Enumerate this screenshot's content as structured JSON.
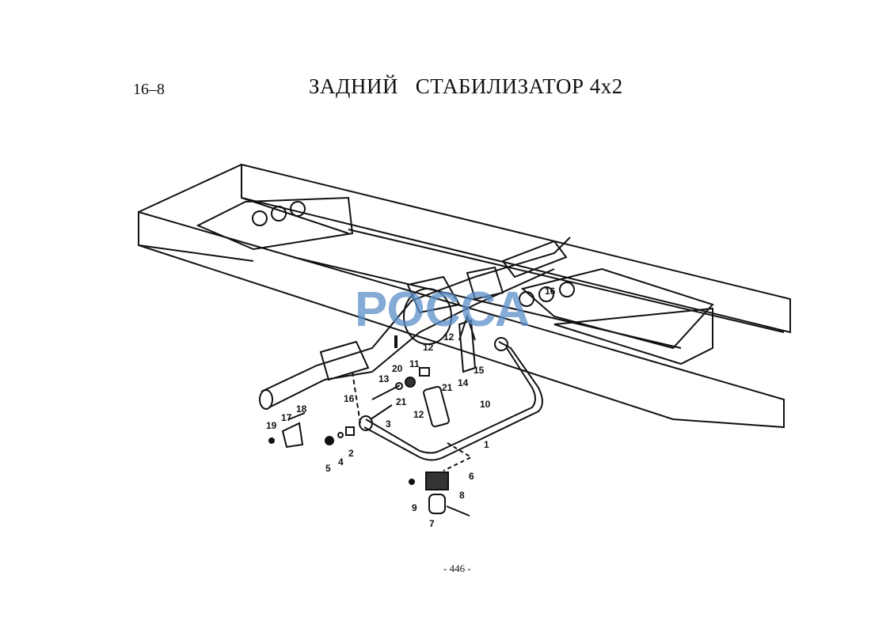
{
  "header": {
    "section_number": "16–8",
    "title": "ЗАДНИЙ   СТАБИЛИЗАТОР 4x2"
  },
  "watermark": "РОССА",
  "callouts": [
    "1",
    "2",
    "3",
    "4",
    "5",
    "6",
    "7",
    "8",
    "9",
    "10",
    "11",
    "12",
    "12",
    "12",
    "13",
    "14",
    "15",
    "16",
    "16",
    "17",
    "18",
    "19",
    "20",
    "21",
    "21"
  ],
  "footer": {
    "page": "- 446 -"
  }
}
